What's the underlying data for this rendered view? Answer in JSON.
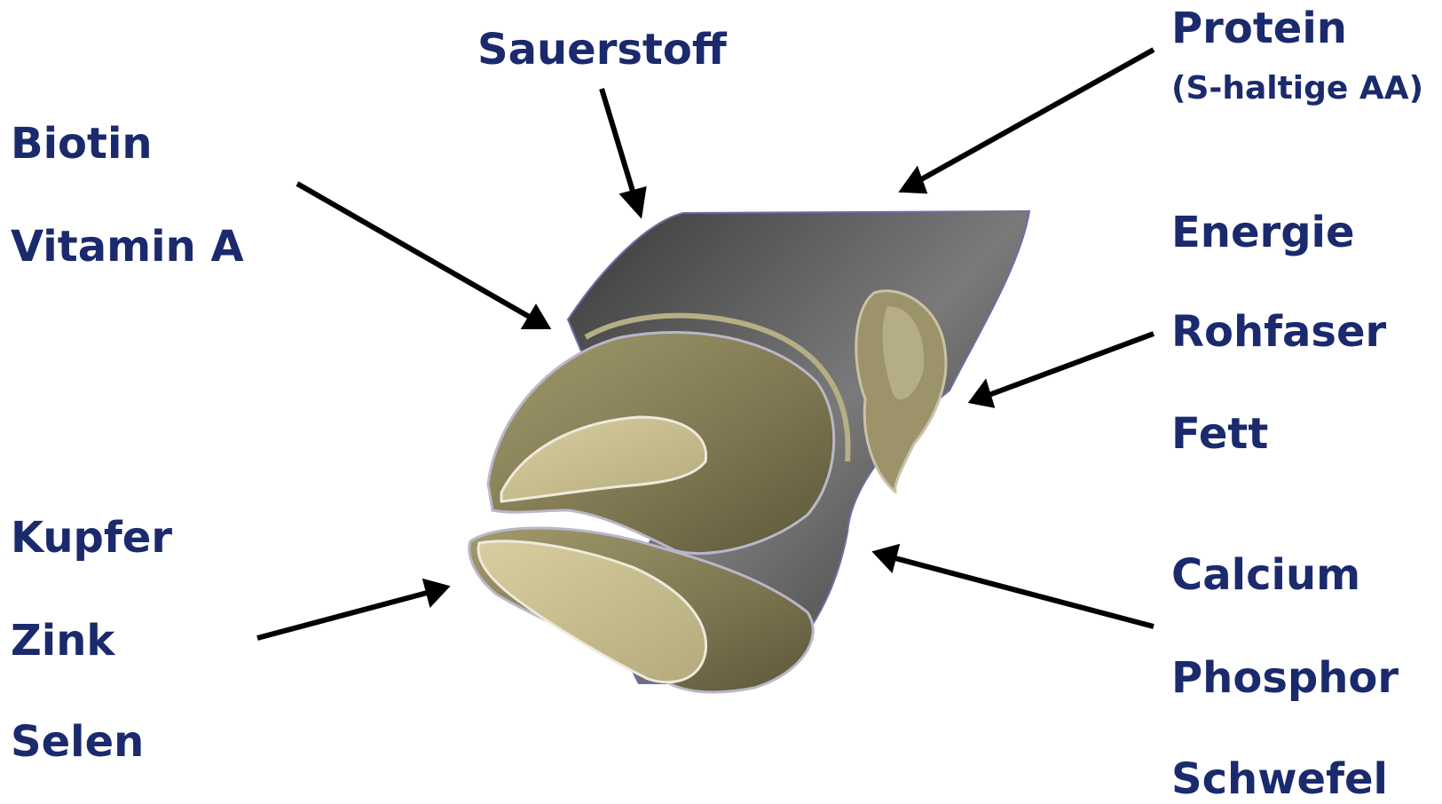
{
  "labels": {
    "sauerstoff": "Sauerstoff",
    "protein": "Protein",
    "protein_sub": "(S-haltige AA)",
    "biotin": "Biotin",
    "vitamin_a": "Vitamin A",
    "energie": "Energie",
    "rohfaser": "Rohfaser",
    "fett": "Fett",
    "kupfer": "Kupfer",
    "zink": "Zink",
    "selen": "Selen",
    "calcium": "Calcium",
    "phosphor": "Phosphor",
    "schwefel": "Schwefel"
  },
  "colors": {
    "label_text": "#1a2a6c",
    "arrow": "#000000",
    "hoof_horn": "#8a8358",
    "hoof_sole": "#c9bf93",
    "hair": "#5d5d5d"
  }
}
